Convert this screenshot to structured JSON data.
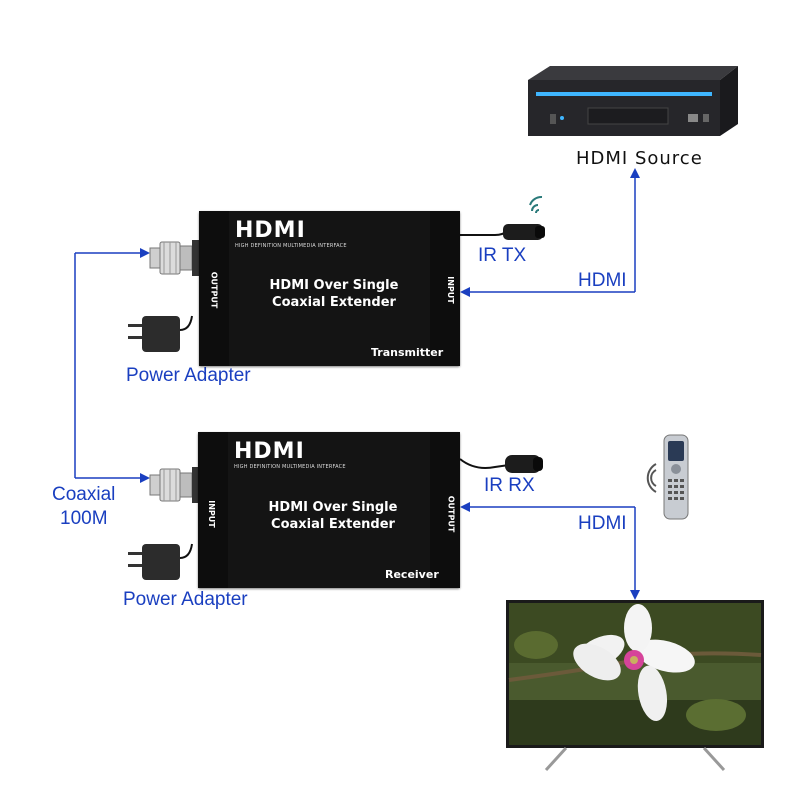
{
  "source": {
    "label": "HDMI Source"
  },
  "transmitter": {
    "logo": "HDMI",
    "logo_tagline": "HIGH DEFINITION MULTIMEDIA INTERFACE",
    "title_line1": "HDMI Over Single",
    "title_line2": "Coaxial Extender",
    "role": "Transmitter",
    "left_port": "OUTPUT",
    "right_port": "INPUT"
  },
  "receiver": {
    "logo": "HDMI",
    "logo_tagline": "HIGH DEFINITION MULTIMEDIA INTERFACE",
    "title_line1": "HDMI Over Single",
    "title_line2": "Coaxial Extender",
    "role": "Receiver",
    "left_port": "INPUT",
    "right_port": "OUTPUT"
  },
  "labels": {
    "ir_tx": "IR TX",
    "ir_rx": "IR RX",
    "hdmi_top": "HDMI",
    "hdmi_bottom": "HDMI",
    "power_adapter_top": "Power Adapter",
    "power_adapter_bottom": "Power Adapter",
    "coaxial_line1": "Coaxial",
    "coaxial_line2": "100M"
  },
  "colors": {
    "arrow": "#1a3fc0",
    "device_body": "#141414",
    "label_text": "#1a3fc0"
  },
  "icons": [
    "wireless-signal-icon",
    "remote-control-icon",
    "tv-display-icon",
    "dvd-player-icon",
    "bnc-connector-icon",
    "ir-sensor-icon",
    "power-plug-icon"
  ]
}
